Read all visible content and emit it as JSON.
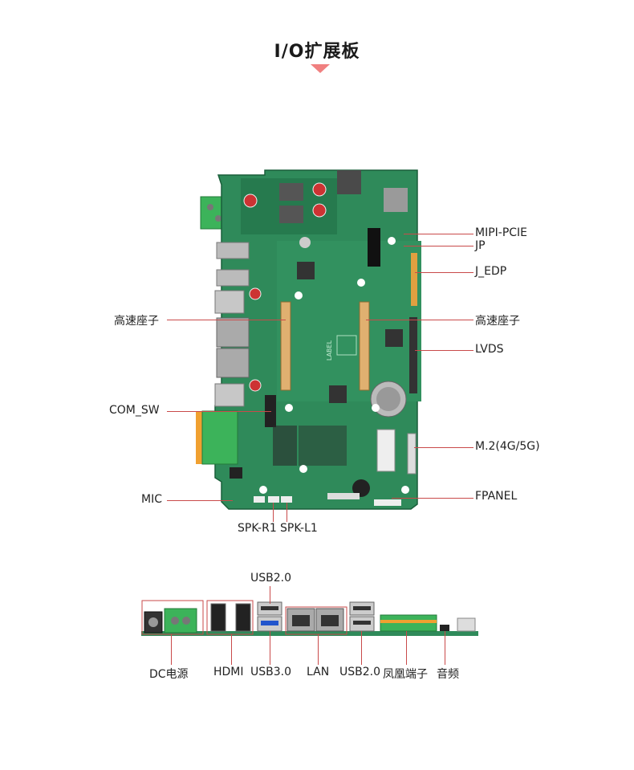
{
  "title": "I/O扩展板",
  "board_labels": {
    "mipi_pcie": "MIPI-PCIE",
    "jp": "JP",
    "j_edp": "J_EDP",
    "hs_conn_left": "高速座子",
    "hs_conn_right": "高速座子",
    "lvds": "LVDS",
    "com_sw": "COM_SW",
    "m2": "M.2(4G/5G)",
    "mic": "MIC",
    "fpanel": "FPANEL",
    "spk_r1": "SPK-R1",
    "spk_l1": "SPK-L1"
  },
  "io_labels": {
    "usb20_top": "USB2.0",
    "dc_power": "DC电源",
    "hdmi": "HDMI",
    "usb30": "USB3.0",
    "lan": "LAN",
    "usb20_bottom": "USB2.0",
    "phoenix": "凤凰端子",
    "audio": "音频"
  },
  "board_silk": {
    "label": "LABEL"
  },
  "colors": {
    "pcb_green": "#2f8a5a",
    "pcb_dark": "#1f6b44",
    "callout_line": "#c94a4a",
    "terminal_green": "#3cb35a",
    "terminal_orange": "#f0a030",
    "accent_triangle": "#f08080"
  }
}
